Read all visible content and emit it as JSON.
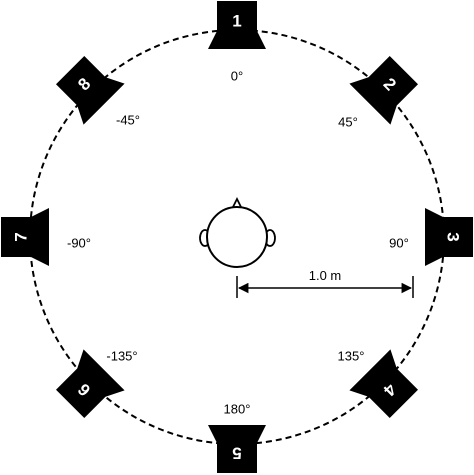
{
  "colors": {
    "background": "#ffffff",
    "ink": "#000000",
    "speaker_text": "#ffffff"
  },
  "listener": {
    "icon": "head-icon"
  },
  "distance": {
    "label": "1.0 m"
  },
  "speakers": [
    {
      "number": "1",
      "angle_label": "0°",
      "azimuth_deg": 0
    },
    {
      "number": "2",
      "angle_label": "45°",
      "azimuth_deg": 45
    },
    {
      "number": "3",
      "angle_label": "90°",
      "azimuth_deg": 90
    },
    {
      "number": "4",
      "angle_label": "135°",
      "azimuth_deg": 135
    },
    {
      "number": "5",
      "angle_label": "180°",
      "azimuth_deg": 180
    },
    {
      "number": "6",
      "angle_label": "-135°",
      "azimuth_deg": -135
    },
    {
      "number": "7",
      "angle_label": "-90°",
      "azimuth_deg": -90
    },
    {
      "number": "8",
      "angle_label": "-45°",
      "azimuth_deg": -45
    }
  ]
}
